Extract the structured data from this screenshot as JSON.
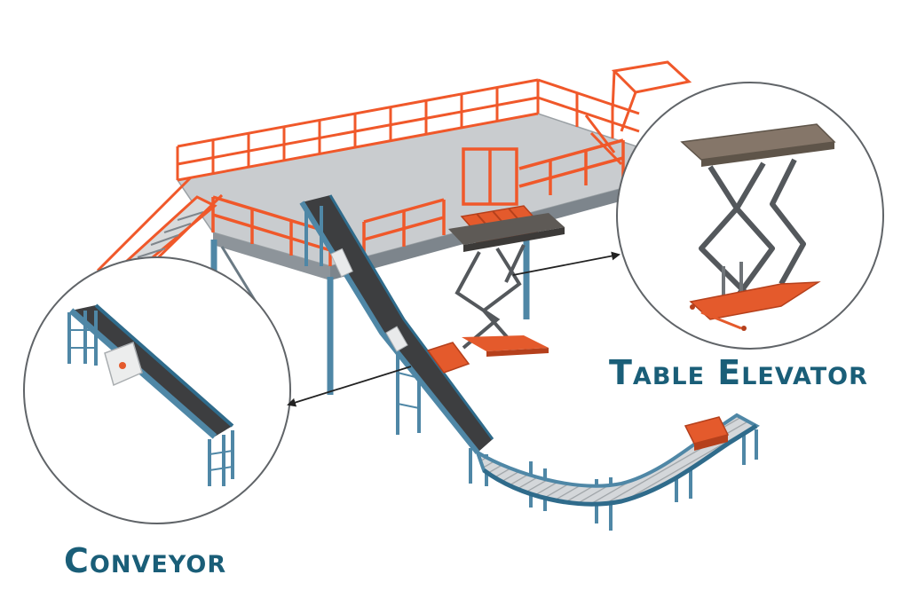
{
  "labels": {
    "table_elevator": "Table Elevator",
    "conveyor": "Conveyor"
  },
  "colors": {
    "caption": "#1a5e78",
    "railing": "#f0582a",
    "steel_blue": "#4f87a6",
    "belt": "#3d3e40",
    "deck": "#c7cacd",
    "bin": "#e45a2c",
    "lift_frame": "#54585c",
    "lift_top": "#857669",
    "callout_circle": "#606468"
  },
  "icons": {
    "callout_arrow_table": "arrowhead",
    "callout_arrow_conveyor": "arrowhead"
  }
}
